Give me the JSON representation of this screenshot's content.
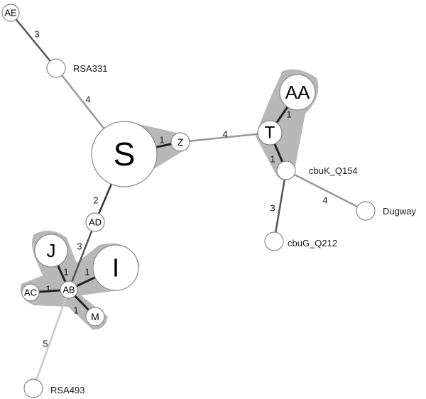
{
  "nodes": [
    {
      "id": "AE",
      "label": "AE",
      "ext_label": ""
    },
    {
      "id": "RSA331",
      "label": "",
      "ext_label": "RSA331"
    },
    {
      "id": "S",
      "label": "S",
      "ext_label": ""
    },
    {
      "id": "Z",
      "label": "Z",
      "ext_label": ""
    },
    {
      "id": "AA",
      "label": "AA",
      "ext_label": ""
    },
    {
      "id": "T",
      "label": "T",
      "ext_label": ""
    },
    {
      "id": "Q154",
      "label": "",
      "ext_label": "cbuK_Q154"
    },
    {
      "id": "Dugway",
      "label": "",
      "ext_label": "Dugway"
    },
    {
      "id": "Q212",
      "label": "",
      "ext_label": "cbuG_Q212"
    },
    {
      "id": "AD",
      "label": "AD",
      "ext_label": ""
    },
    {
      "id": "J",
      "label": "J",
      "ext_label": ""
    },
    {
      "id": "I",
      "label": "I",
      "ext_label": ""
    },
    {
      "id": "AB",
      "label": "AB",
      "ext_label": ""
    },
    {
      "id": "AC",
      "label": "AC",
      "ext_label": ""
    },
    {
      "id": "M",
      "label": "M",
      "ext_label": ""
    },
    {
      "id": "RSA493",
      "label": "",
      "ext_label": "RSA493"
    }
  ],
  "edges": [
    {
      "from": "AE",
      "to": "RSA331",
      "weight": "3"
    },
    {
      "from": "RSA331",
      "to": "S",
      "weight": "4"
    },
    {
      "from": "S",
      "to": "Z",
      "weight": "1"
    },
    {
      "from": "Z",
      "to": "T",
      "weight": "4"
    },
    {
      "from": "T",
      "to": "AA",
      "weight": "1"
    },
    {
      "from": "T",
      "to": "Q154",
      "weight": "1"
    },
    {
      "from": "Q154",
      "to": "Dugway",
      "weight": "4"
    },
    {
      "from": "Q154",
      "to": "Q212",
      "weight": "3"
    },
    {
      "from": "S",
      "to": "AD",
      "weight": "2"
    },
    {
      "from": "AD",
      "to": "AB",
      "weight": "3"
    },
    {
      "from": "AB",
      "to": "J",
      "weight": "1"
    },
    {
      "from": "AB",
      "to": "I",
      "weight": "1"
    },
    {
      "from": "AB",
      "to": "AC",
      "weight": "1"
    },
    {
      "from": "AB",
      "to": "M",
      "weight": "1"
    },
    {
      "from": "AB",
      "to": "RSA493",
      "weight": "5"
    }
  ],
  "groups": [
    {
      "id": "group-S-Z",
      "members": [
        "S",
        "Z"
      ]
    },
    {
      "id": "group-AA-T-Q154",
      "members": [
        "AA",
        "T",
        "Q154"
      ]
    },
    {
      "id": "group-J-I-AB-AC-M",
      "members": [
        "J",
        "I",
        "AB",
        "AC",
        "M"
      ]
    }
  ],
  "colors": {
    "group_fill": "#b8b8b8",
    "node_stroke": "#888888",
    "node_fill": "#ffffff"
  }
}
